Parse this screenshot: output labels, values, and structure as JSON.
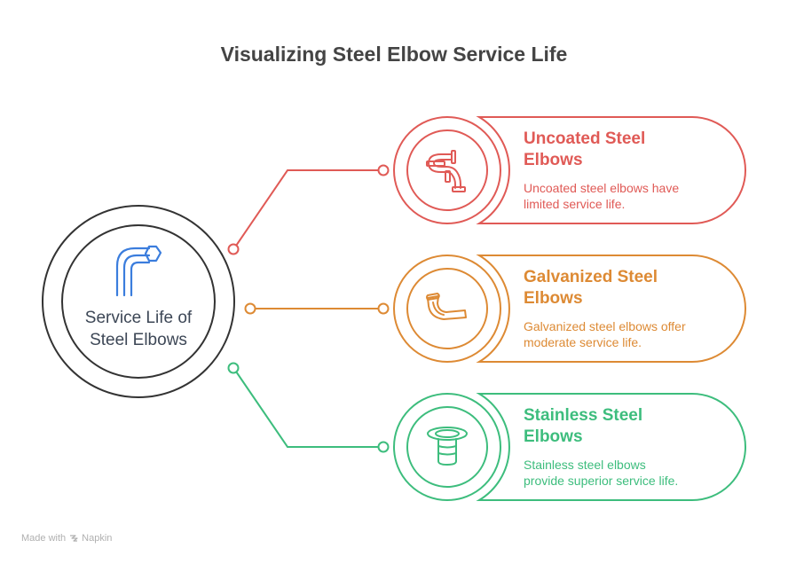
{
  "title": "Visualizing Steel Elbow Service Life",
  "center": {
    "label": "Service Life of Steel Elbows",
    "label_lines": [
      "Service Life of",
      "Steel Elbows"
    ],
    "icon": "pipe-elbow-icon",
    "icon_color": "#3b7ddd",
    "ring_color": "#333333"
  },
  "items": [
    {
      "title": "Uncoated Steel Elbows",
      "title_lines": [
        "Uncoated Steel",
        "Elbows"
      ],
      "description": "Uncoated steel elbows have limited service life.",
      "description_lines": [
        "Uncoated steel elbows have",
        "limited service life."
      ],
      "icon": "pipes-icon",
      "color": "#e05a56"
    },
    {
      "title": "Galvanized Steel Elbows",
      "title_lines": [
        "Galvanized Steel",
        "Elbows"
      ],
      "description": "Galvanized steel elbows offer moderate service life.",
      "description_lines": [
        "Galvanized steel elbows offer",
        "moderate service life."
      ],
      "icon": "elbow-pipe-icon",
      "color": "#dd8a34"
    },
    {
      "title": "Stainless Steel Elbows",
      "title_lines": [
        "Stainless Steel",
        "Elbows"
      ],
      "description": "Stainless steel elbows provide superior service life.",
      "description_lines": [
        "Stainless steel elbows",
        "provide superior service life."
      ],
      "icon": "flanged-cylinder-icon",
      "color": "#3dbd7d"
    }
  ],
  "footer": {
    "prefix": "Made with",
    "brand": "Napkin",
    "icon": "napkin-logo-icon"
  }
}
